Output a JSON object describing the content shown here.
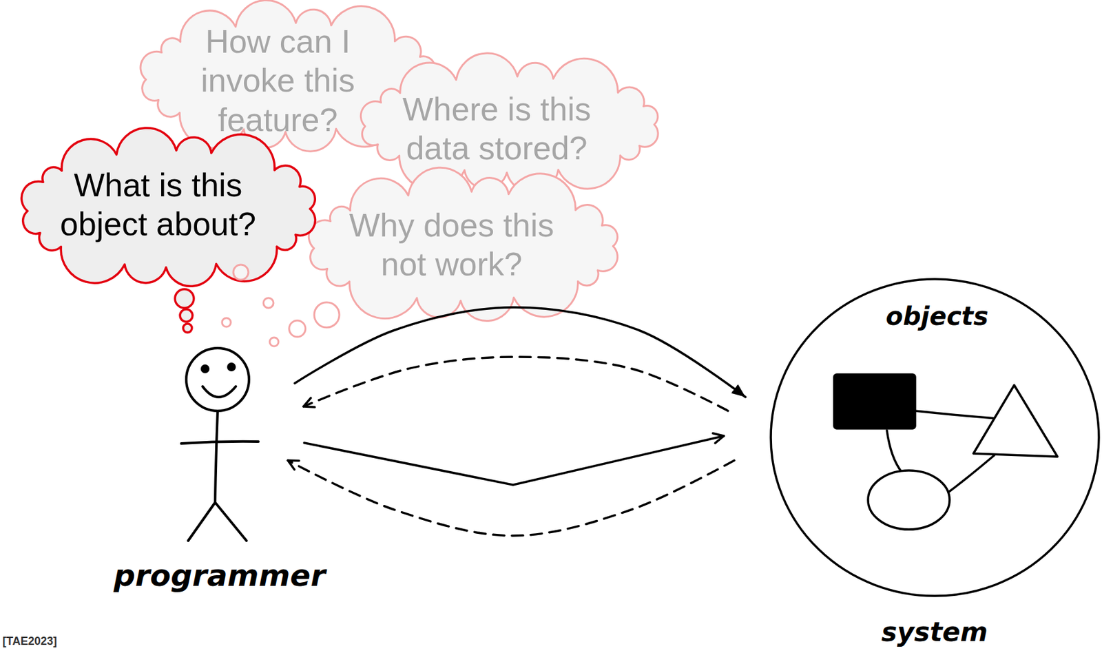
{
  "diagram": {
    "nodes": [
      {
        "text": [
          "How can I invoke this feature?"
        ]
      },
      {
        "text": [
          "Where is this data stored?"
        ]
      },
      {
        "text": [
          "What is this object about?"
        ]
      },
      {
        "text": [
          "Why does this not work?"
        ]
      },
      {
        "text": [
          "programmer"
        ]
      },
      {
        "text": [
          "objects",
          "system"
        ]
      }
    ],
    "edges": [
      {
        "from": 4,
        "to": 5,
        "arrow": "to"
      },
      {
        "from": 5,
        "to": 4,
        "arrow": "to"
      },
      {
        "from": 4,
        "to": 5,
        "arrow": "to"
      },
      {
        "from": 5,
        "to": 4,
        "arrow": "to"
      }
    ],
    "labels": [
      "[TAE2023]"
    ]
  }
}
